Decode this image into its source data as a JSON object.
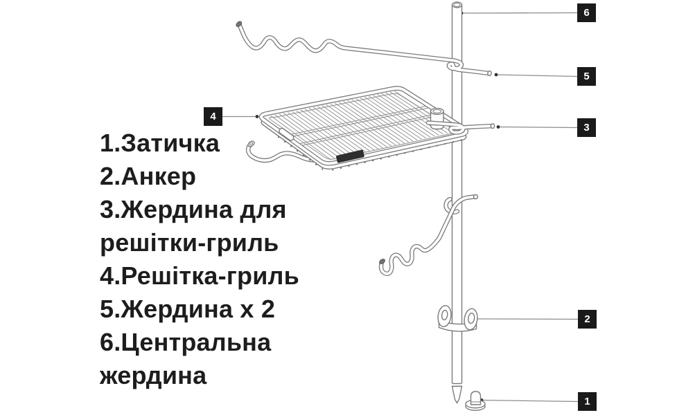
{
  "diagram": {
    "parts_list_lines": [
      "1.Затичка",
      "2.Анкер",
      "3.Жердина для",
      "решітки-гриль",
      "4.Решітка-гриль",
      "5.Жердина x 2",
      "6.Центральна",
      "жердина"
    ],
    "callouts": {
      "c1": "1",
      "c2": "2",
      "c3": "3",
      "c4": "4",
      "c5": "5",
      "c6": "6"
    },
    "colors": {
      "background": "#ffffff",
      "line": "#7a7a7a",
      "leader": "#8c8c8c",
      "label_bg": "#1a1a1a",
      "label_text": "#ffffff",
      "text": "#1d1d1d",
      "brand": "#2f2f2f"
    }
  }
}
